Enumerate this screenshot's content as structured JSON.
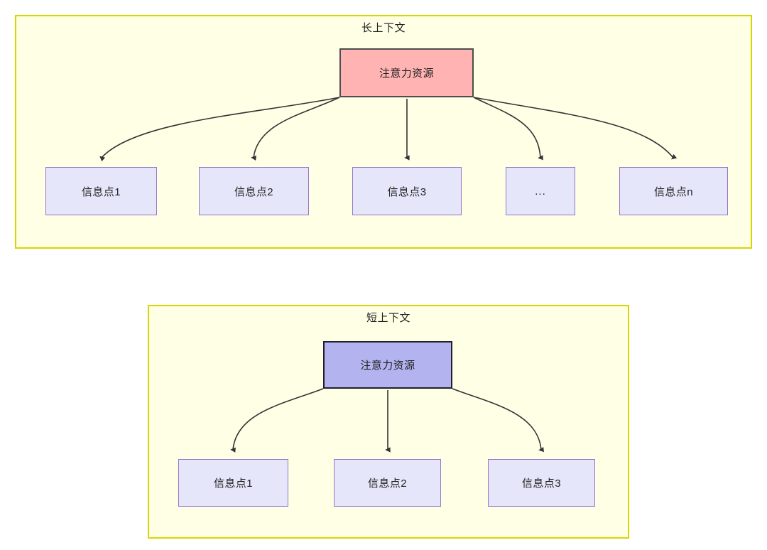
{
  "diagram": {
    "type": "concept-diagram",
    "description": "Attention resource allocation under long context vs short context",
    "colors": {
      "container_fill": "#ffffe6",
      "container_border": "#d6d600",
      "attention_long_fill": "#ffb3b3",
      "attention_long_border": "#4d4d4d",
      "attention_short_fill": "#b3b3f0",
      "attention_short_border": "#1f1f2e",
      "info_fill": "#e6e6fa",
      "info_border": "#9673c8",
      "edge_stroke": "#333333",
      "text": "#1f1f1f"
    },
    "groups": [
      {
        "id": "long-context",
        "title": "长上下文",
        "attention": {
          "label": "注意力资源"
        },
        "targets": [
          {
            "label": "信息点1"
          },
          {
            "label": "信息点2"
          },
          {
            "label": "信息点3"
          },
          {
            "label": "..."
          },
          {
            "label": "信息点n"
          }
        ]
      },
      {
        "id": "short-context",
        "title": "短上下文",
        "attention": {
          "label": "注意力资源"
        },
        "targets": [
          {
            "label": "信息点1"
          },
          {
            "label": "信息点2"
          },
          {
            "label": "信息点3"
          }
        ]
      }
    ]
  }
}
